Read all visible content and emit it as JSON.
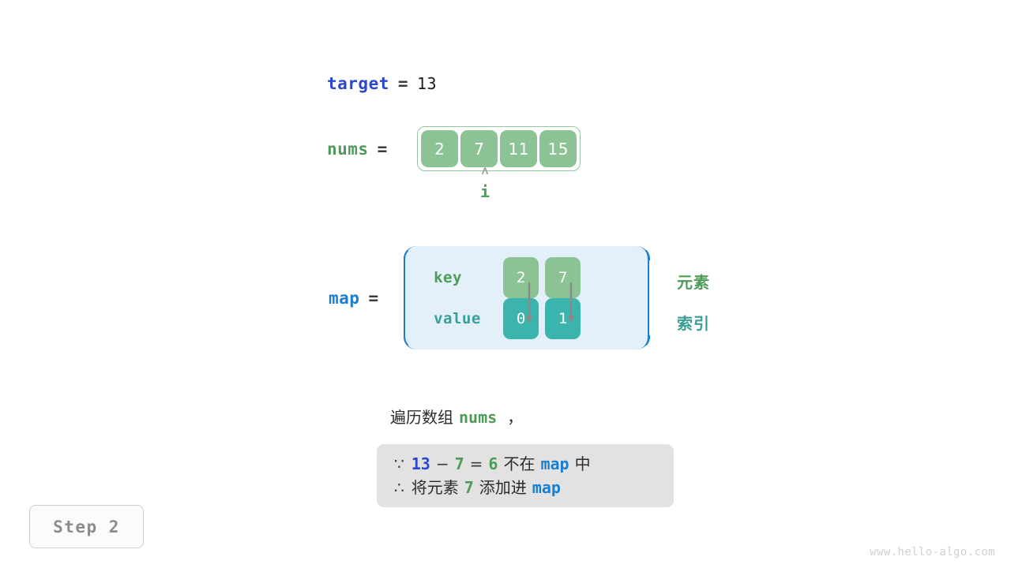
{
  "target": {
    "label": "target",
    "equals": "=",
    "value": "13"
  },
  "nums": {
    "label": "nums",
    "equals": "=",
    "cells": [
      "2",
      "7",
      "11",
      "15"
    ]
  },
  "pointer": {
    "caret": "ʌ",
    "label": "i",
    "index": 1
  },
  "map": {
    "label": "map",
    "equals": "=",
    "key_row_label": "key",
    "value_row_label": "value",
    "keys": [
      "2",
      "7"
    ],
    "values": [
      "0",
      "1"
    ],
    "legend_element": "元素",
    "legend_index": "索引"
  },
  "caption": {
    "prefix": "遍历数组",
    "code": "nums",
    "suffix": "，"
  },
  "reason": {
    "line1": {
      "symbol": "∵",
      "a": "13",
      "minus": "−",
      "b": "7",
      "eq": "=",
      "result": "6",
      "text_mid": "不在",
      "map": "map",
      "text_end": "中"
    },
    "line2": {
      "symbol": "∴",
      "text_a": "将元素",
      "num": "7",
      "text_b": "添加进",
      "map": "map"
    }
  },
  "step": {
    "label": "Step 2"
  },
  "watermark": {
    "text": "www.hello-algo.com"
  },
  "colors": {
    "blue_target": "#2b47cf",
    "blue_map": "#1a7fd0",
    "green": "#4e9b58",
    "green_cell": "#8bc394",
    "teal": "#3a9e96",
    "teal_cell": "#3cb4ae",
    "box_bg": "#e3f0fa",
    "reason_bg": "#e2e2e2",
    "arrow_gray": "#8a8a8a"
  }
}
